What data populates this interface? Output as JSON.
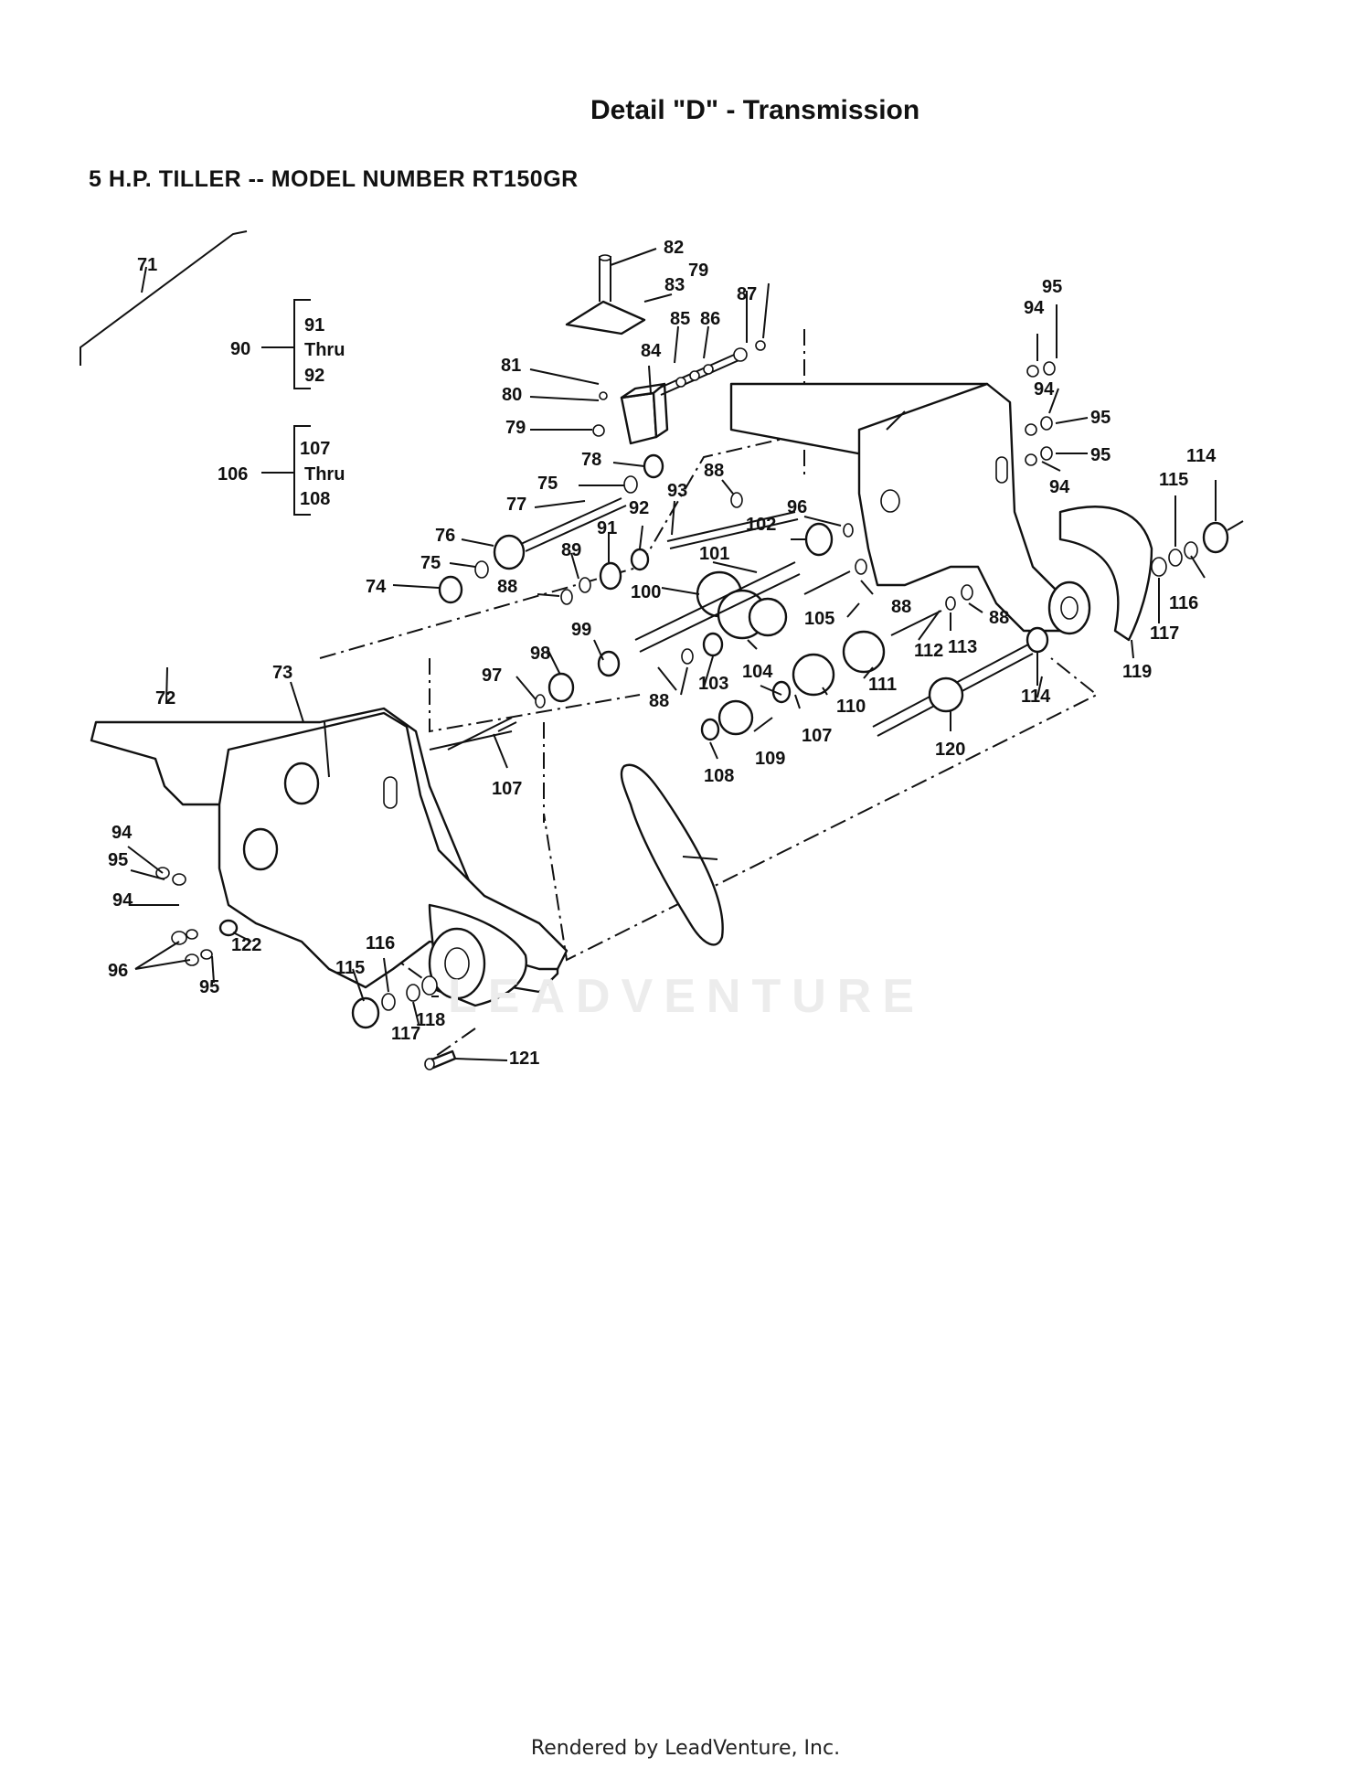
{
  "header": {
    "title": "Detail \"D\" - Transmission",
    "subtitle": "5 H.P. TILLER -- MODEL NUMBER RT150GR"
  },
  "diagram": {
    "callouts": [
      "71",
      "72",
      "73",
      "74",
      "75",
      "75",
      "76",
      "77",
      "78",
      "79",
      "79",
      "80",
      "81",
      "82",
      "83",
      "84",
      "85",
      "86",
      "87",
      "88",
      "88",
      "88",
      "88",
      "88",
      "89",
      "91",
      "92",
      "93",
      "94",
      "94",
      "94",
      "94",
      "94",
      "95",
      "95",
      "95",
      "95",
      "95",
      "96",
      "96",
      "97",
      "98",
      "99",
      "100",
      "101",
      "102",
      "103",
      "104",
      "105",
      "107",
      "107",
      "108",
      "109",
      "110",
      "111",
      "112",
      "113",
      "114",
      "114",
      "115",
      "115",
      "116",
      "116",
      "117",
      "117",
      "118",
      "119",
      "120",
      "121",
      "122"
    ],
    "kits": [
      {
        "id": "90",
        "from": "91",
        "thru": "Thru",
        "to": "92"
      },
      {
        "id": "106",
        "from": "107",
        "thru": "Thru",
        "to": "108"
      }
    ]
  },
  "watermark": "LEADVENTURE",
  "footer": "Rendered by LeadVenture, Inc."
}
